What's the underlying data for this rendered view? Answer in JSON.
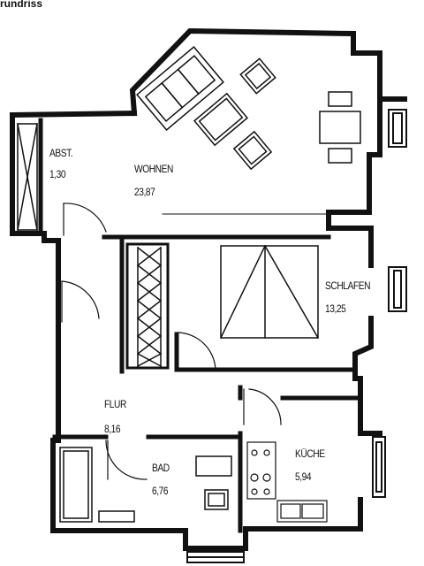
{
  "title": "rundriss",
  "rooms": {
    "abst": {
      "name": "ABST.",
      "area": "1,30"
    },
    "wohnen": {
      "name": "WOHNEN",
      "area": "23,87"
    },
    "schlafen": {
      "name": "SCHLAFEN",
      "area": "13,25"
    },
    "flur": {
      "name": "FLUR",
      "area": "8,16"
    },
    "bad": {
      "name": "BAD",
      "area": "6,76"
    },
    "kueche": {
      "name": "KÜCHE",
      "area": "5,94"
    }
  }
}
